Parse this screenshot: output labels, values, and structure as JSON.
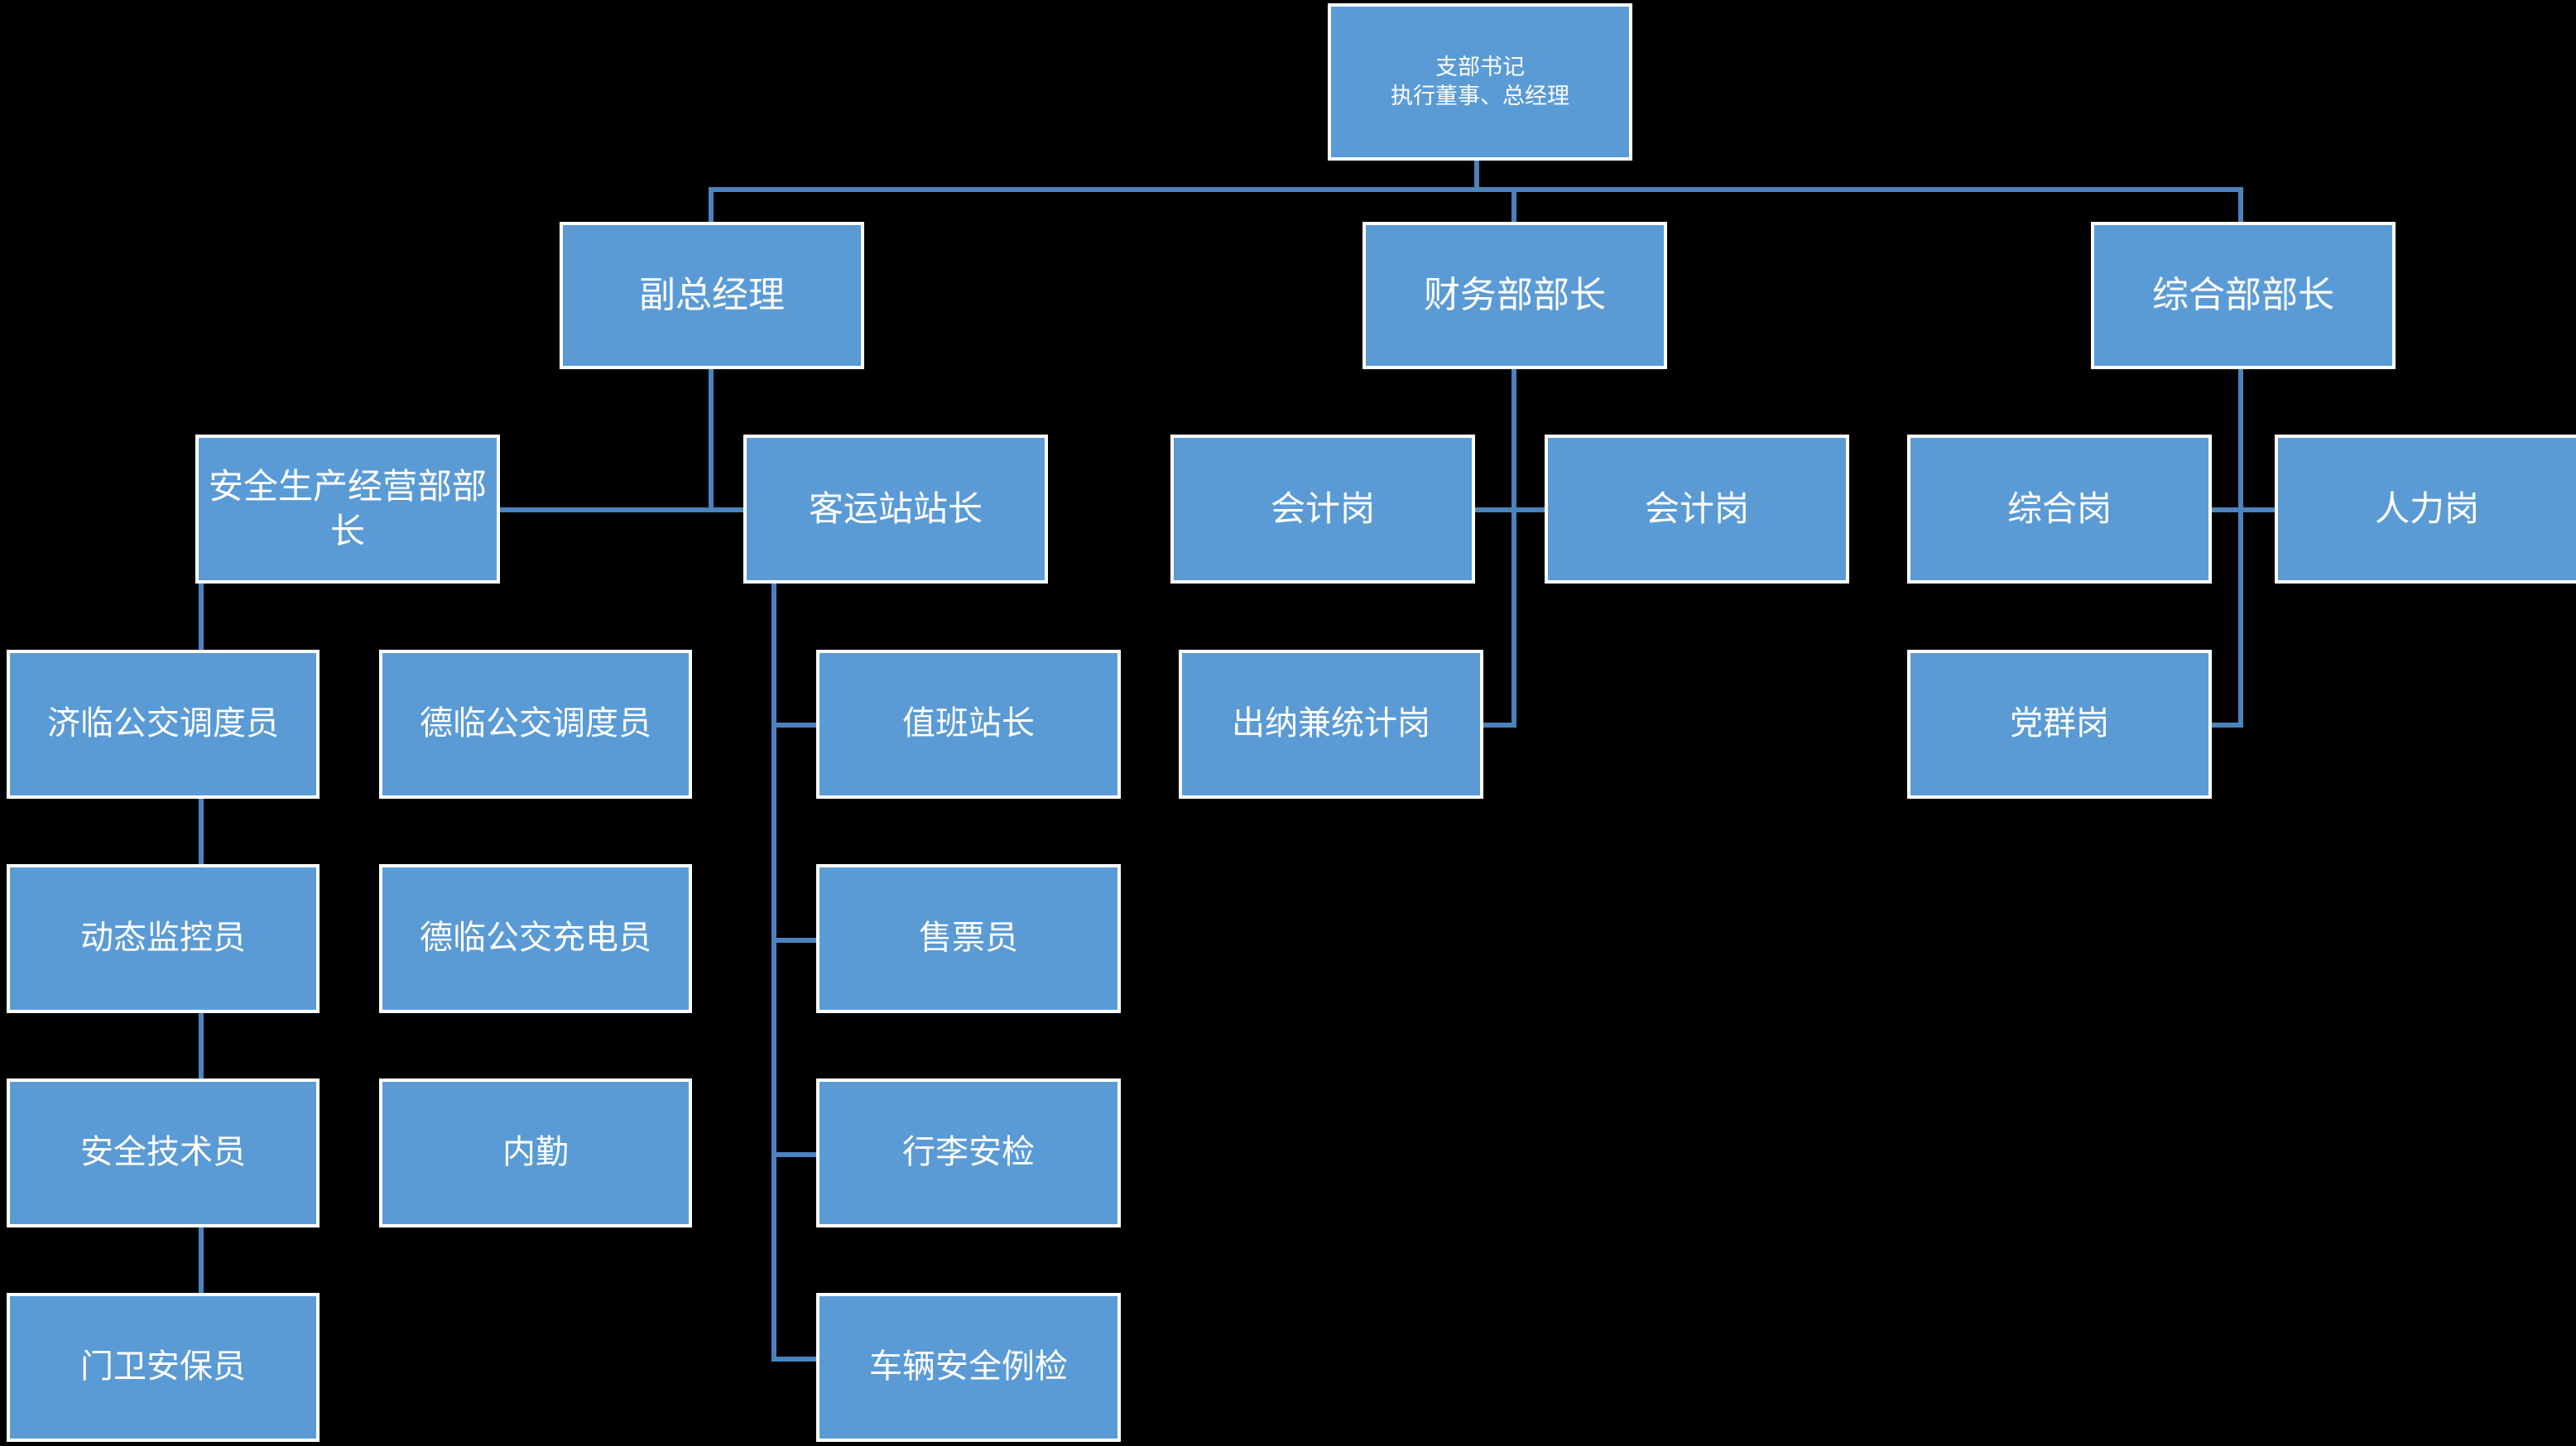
{
  "diagram": {
    "title_text": "",
    "background_color": "#000000",
    "node_fill_color": "#5B9BD5",
    "node_border_color": "#FFFFFF",
    "connector_color": "#4A83BD",
    "text_color": "#FFFFFF"
  },
  "nodes": {
    "root": {
      "line1": "支部书记",
      "line2": "执行董事、总经理",
      "text": "支部书记\n执行董事、总经理"
    },
    "deputy_gm": {
      "text": "副总经理"
    },
    "finance_head": {
      "text": "财务部部长"
    },
    "general_affairs_head": {
      "text": "综合部部长"
    },
    "safety_ops_head": {
      "text": "安全生产经营部部长"
    },
    "station_master": {
      "text": "客运站站长"
    },
    "accountant_1": {
      "text": "会计岗"
    },
    "accountant_2": {
      "text": "会计岗"
    },
    "general_post": {
      "text": "综合岗"
    },
    "hr_post": {
      "text": "人力岗"
    },
    "jilin_dispatcher": {
      "text": "济临公交调度员"
    },
    "delin_dispatcher": {
      "text": "德临公交调度员"
    },
    "dynamic_monitor": {
      "text": "动态监控员"
    },
    "delin_charger": {
      "text": "德临公交充电员"
    },
    "safety_technician": {
      "text": "安全技术员"
    },
    "office_clerk": {
      "text": "内勤"
    },
    "gate_security": {
      "text": "门卫安保员"
    },
    "duty_station_master": {
      "text": "值班站长"
    },
    "ticket_seller": {
      "text": "售票员"
    },
    "baggage_security": {
      "text": "行李安检"
    },
    "vehicle_safety_check": {
      "text": "车辆安全例检"
    },
    "cashier_statistician": {
      "text": "出纳兼统计岗"
    },
    "party_mass_post": {
      "text": "党群岗"
    }
  }
}
